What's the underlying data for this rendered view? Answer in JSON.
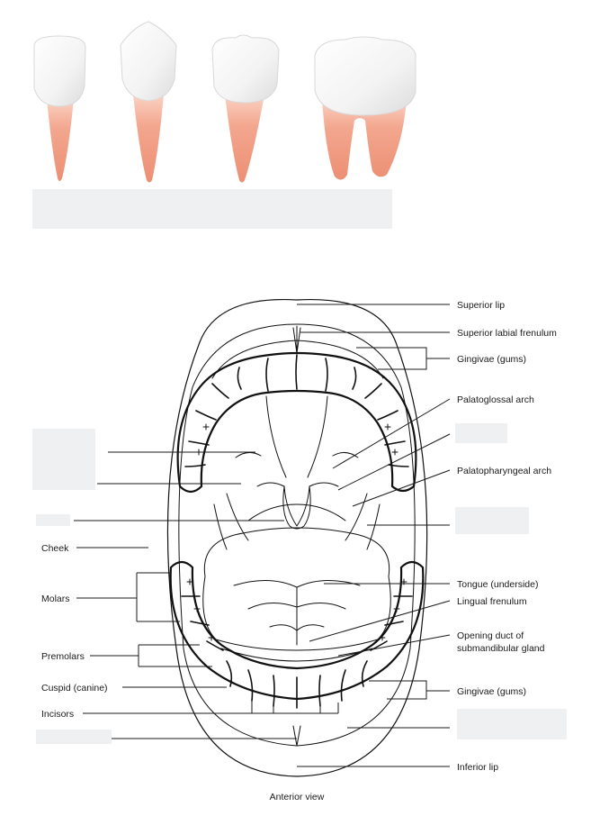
{
  "labels": {
    "superior_lip": "Superior lip",
    "superior_labial_frenulum": "Superior labial frenulum",
    "gingivae_upper": "Gingivae (gums)",
    "palatoglossal_arch": "Palatoglossal arch",
    "palatopharyngeal_arch": "Palatopharyngeal arch",
    "cheek": "Cheek",
    "molars": "Molars",
    "tongue_underside": "Tongue (underside)",
    "lingual_frenulum": "Lingual frenulum",
    "duct_line1": "Opening duct of",
    "duct_line2": "submandibular gland",
    "premolars": "Premolars",
    "cuspid": "Cuspid (canine)",
    "gingivae_lower": "Gingivae (gums)",
    "incisors": "Incisors",
    "inferior_lip": "Inferior lip"
  },
  "caption": "Anterior view",
  "colors": {
    "root": "#f2a48c",
    "crown": "#f7f7f7",
    "outline": "#111111",
    "blank_box": "#eef0f2"
  }
}
